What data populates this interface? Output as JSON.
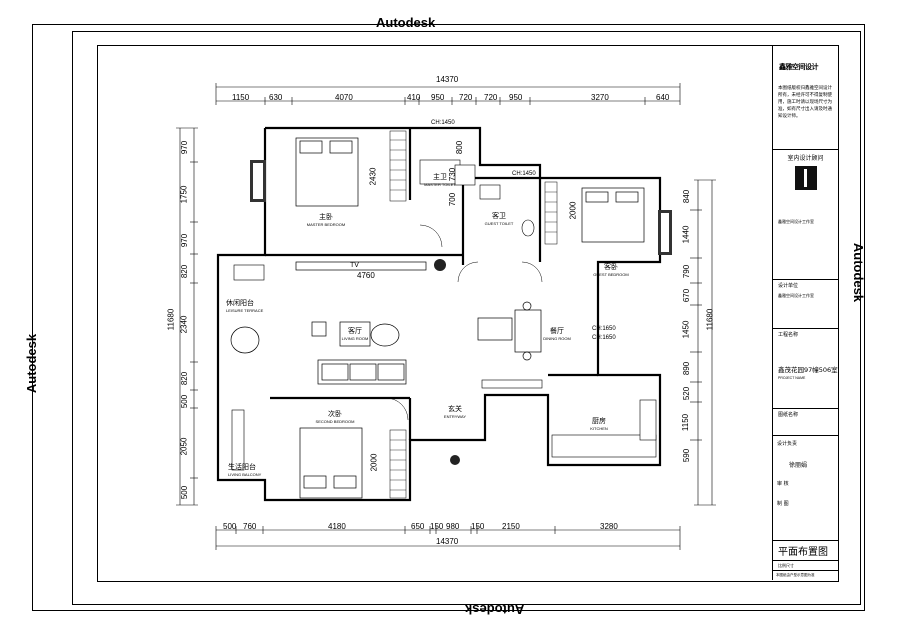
{
  "watermark": {
    "top": "Autodesk",
    "bottom": "Autodesk",
    "left": "Autodesk",
    "right": "Autodesk"
  },
  "dimensions": {
    "top_total": "14370",
    "top_segments": [
      "1150",
      "630",
      "4070",
      "410",
      "950",
      "720",
      "720",
      "950",
      "3270",
      "640"
    ],
    "bottom_total": "14370",
    "bottom_segments": [
      "500",
      "760",
      "4180",
      "650",
      "150",
      "980",
      "150",
      "2150",
      "3280"
    ],
    "left_total": "11680",
    "left_segments": [
      "970",
      "1750",
      "970",
      "820",
      "2340",
      "820",
      "500",
      "2050",
      "500"
    ],
    "right_total": "11680",
    "right_segments": [
      "840",
      "1440",
      "790",
      "670",
      "1450",
      "890",
      "520",
      "1150",
      "590"
    ],
    "interior": [
      "2430",
      "4760",
      "2000",
      "800",
      "730",
      "700",
      "2000",
      "CH:1450",
      "CH:1450",
      "CH:1650",
      "CH:1650"
    ]
  },
  "rooms": [
    {
      "cn": "主卧",
      "en": "MASTER BEDROOM"
    },
    {
      "cn": "主卫",
      "en": "MASTER TOILET"
    },
    {
      "cn": "客卫",
      "en": "GUEST TOILET"
    },
    {
      "cn": "客卧",
      "en": "GUEST BEDROOM"
    },
    {
      "cn": "休闲阳台",
      "en": "LEISURE TERRACE"
    },
    {
      "cn": "客厅",
      "en": "LIVING ROOM"
    },
    {
      "cn": "餐厅",
      "en": "DINING ROOM"
    },
    {
      "cn": "次卧",
      "en": "SECOND BEDROOM"
    },
    {
      "cn": "玄关",
      "en": "ENTRYWAY"
    },
    {
      "cn": "厨房",
      "en": "KITCHEN"
    },
    {
      "cn": "生活阳台",
      "en": "LIVING BALCONY"
    }
  ],
  "plan_labels": {
    "tv": "TV"
  },
  "title_block": {
    "logo_text": "鑫雅空间设计",
    "note": "本图纸版权归鑫雅空间设计所有，未经许可不得复制使用，施工时请以现场尺寸为准，如有尺寸出入请及时通知设计师。",
    "consultant_title": "室内设计顾问",
    "company_info": "鑫雅空间设计工作室",
    "design_unit": "设计单位",
    "design_unit_value": "鑫雅空间设计工作室",
    "project_name_label": "工程名称",
    "project_name": "鑫茂花园97幢506室",
    "project_name_en": "PROJECT NAME",
    "drawing_name_label": "图纸名称",
    "sign_rows": [
      "设计负责",
      "审  核",
      "制  图"
    ],
    "signature": "徐丽娟",
    "drawing_no_label": "图纸名称",
    "drawing_title": "平面布置图",
    "scale_label": "比例尺寸",
    "footer": "本图纸由户型示意图为准"
  }
}
